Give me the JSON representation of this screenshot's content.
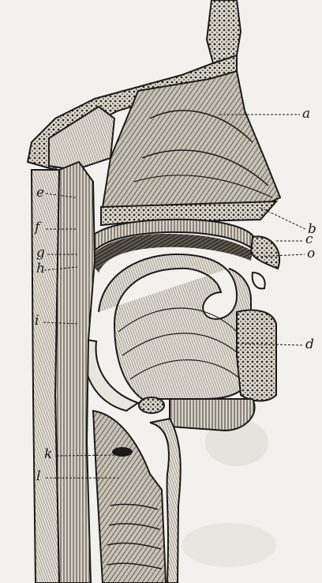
{
  "figure": {
    "labels": {
      "a": "a",
      "b": "b",
      "c": "c",
      "o": "o",
      "d": "d",
      "e": "e",
      "f": "f",
      "g": "g",
      "h": "h",
      "i": "i",
      "k": "k",
      "l": "l"
    }
  },
  "colors": {
    "paper": "#f2f1ed",
    "ink": "#1c1a18",
    "tissue": "#cfc9bd",
    "dark_tissue": "#6d665c"
  }
}
